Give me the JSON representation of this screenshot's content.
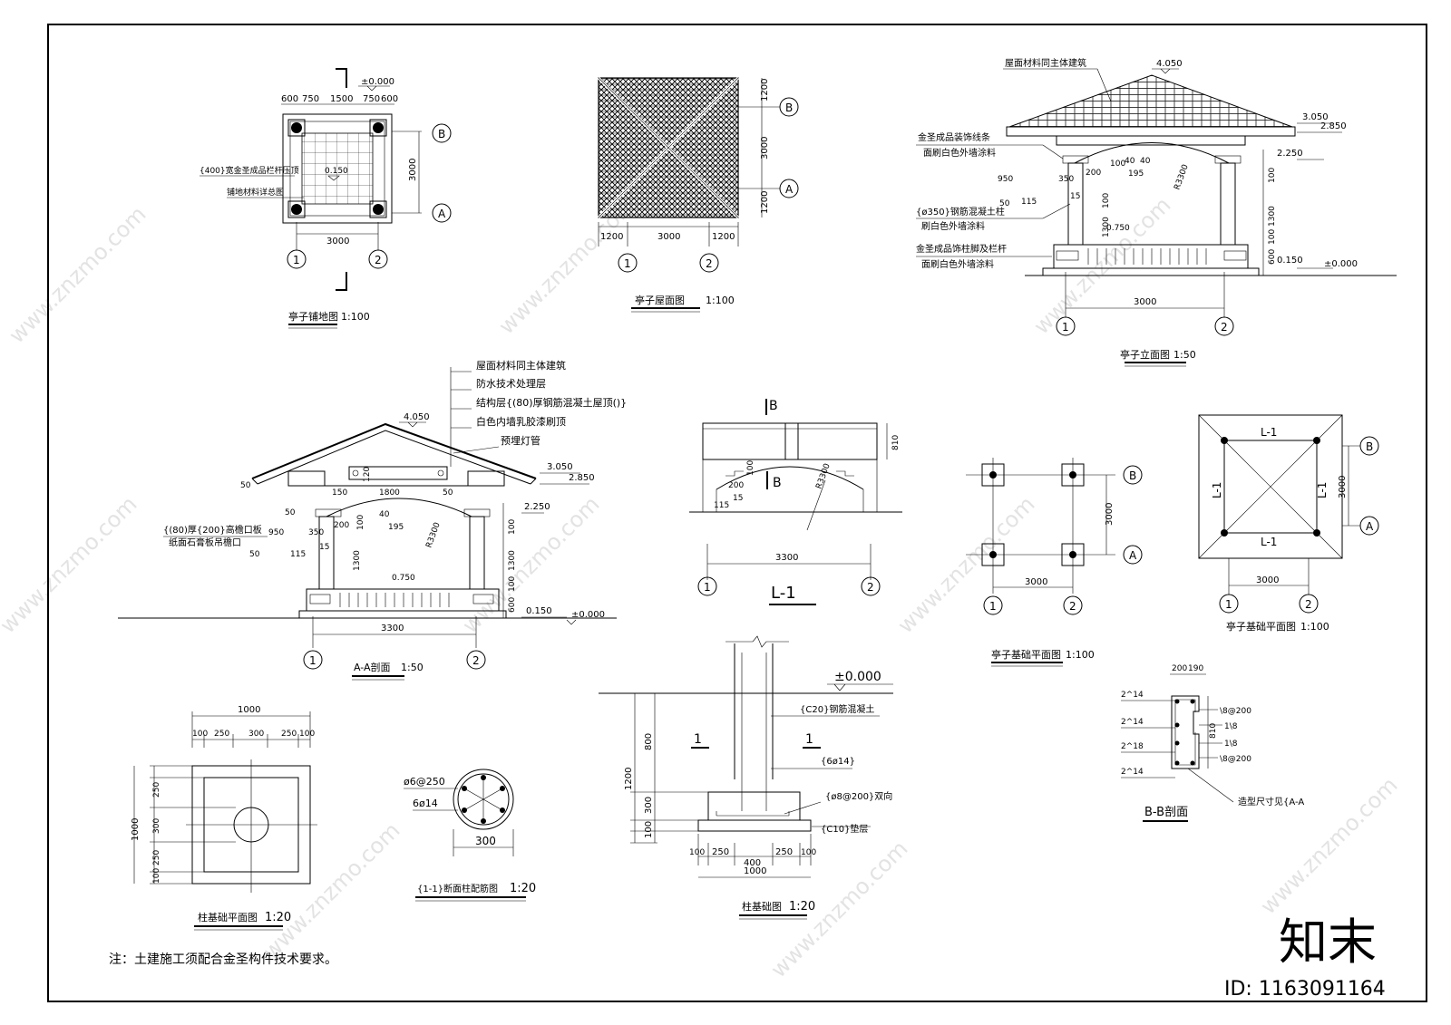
{
  "floor_plan": {
    "title": "亭子铺地图",
    "scale": "1:100",
    "elevation": "±0.000",
    "dims_top": [
      "600",
      "750",
      "1500",
      "750",
      "600"
    ],
    "dim_bottom": "3000",
    "dim_right": "3000",
    "center_level": "0.150",
    "note_railing": "{400}宽金圣成品栏杆压顶",
    "note_paving": "铺地材料详总图",
    "axis_a": "A",
    "axis_b": "B",
    "axis_1": "1",
    "axis_2": "2"
  },
  "roof_plan": {
    "title": "亭子屋面图",
    "scale": "1:100",
    "dims_bottom": [
      "1200",
      "3000",
      "1200"
    ],
    "dims_right": [
      "1200",
      "3000",
      "1200"
    ],
    "axis_a": "A",
    "axis_b": "B",
    "axis_1": "1",
    "axis_2": "2"
  },
  "elevation": {
    "title": "亭子立面图",
    "scale": "1:50",
    "top_level": "4.050",
    "level_3050": "3.050",
    "level_2850": "2.850",
    "level_2250": "2.250",
    "level_0750": "0.750",
    "level_0150": "0.150",
    "level_0000": "±0.000",
    "note_roof": "屋面材料同主体建筑",
    "note_trim_1": "金圣成品装饰线条",
    "note_trim_2": "面刷白色外墙涂料",
    "note_col_1": "{ø350}钢筋混凝土柱",
    "note_col_2": "刷白色外墙涂料",
    "note_rail_1": "金圣成品饰柱脚及栏杆",
    "note_rail_2": "面刷白色外墙涂料",
    "dims": [
      "950",
      "350",
      "200",
      "100",
      "40",
      "40",
      "195",
      "50",
      "115",
      "15",
      "100",
      "1300",
      "100",
      "600",
      "100",
      "R3300"
    ],
    "dim_bottom": "3000",
    "axis_1": "1",
    "axis_2": "2"
  },
  "section": {
    "title": "A-A剖面",
    "scale": "1:50",
    "top_level": "4.050",
    "level_3050": "3.050",
    "level_2850": "2.850",
    "level_2250": "2.250",
    "level_0750": "0.750",
    "level_0150": "0.150",
    "level_0000": "±0.000",
    "notes": [
      "屋面材料同主体建筑",
      "防水技术处理层",
      "结构层{(80)厚钢筋混凝土屋顶()}",
      "白色内墙乳胶漆刷顶",
      "预埋灯管"
    ],
    "note_board_1": "{(80)厚{200}高檐口板",
    "note_board_2": "纸面石膏板吊檐口",
    "dims": [
      "50",
      "150",
      "1800",
      "50",
      "120",
      "50",
      "950",
      "350",
      "200",
      "100",
      "40",
      "195",
      "115",
      "15",
      "50",
      "1300",
      "100",
      "600",
      "100",
      "R3300"
    ],
    "dim_bottom": "3300",
    "axis_1": "1",
    "axis_2": "2"
  },
  "beam": {
    "title": "L-1",
    "label_b_top": "B",
    "label_b_mid": "B",
    "dim_height": "810",
    "dim_span": "3300",
    "radius": "R3300",
    "dims": [
      "200",
      "100",
      "115",
      "15"
    ],
    "axis_1": "1",
    "axis_2": "2"
  },
  "foundation_plan": {
    "title": "亭子基础平面图",
    "scale": "1:100",
    "dim_bottom": "3000",
    "dim_right": "3000",
    "axis_a": "A",
    "axis_b": "B",
    "axis_1": "1",
    "axis_2": "2"
  },
  "foundation_plan_2": {
    "title": "亭子基础平面图",
    "scale": "1:100",
    "beam_label": "L-1",
    "dim_bottom": "3000",
    "dim_right": "3000",
    "axis_a": "A",
    "axis_b": "B",
    "axis_1": "1",
    "axis_2": "2"
  },
  "bb_section": {
    "title": "B-B剖面",
    "top_dims": [
      "200",
      "190"
    ],
    "bars": [
      "2^14",
      "2^14",
      "2^18",
      "2^14"
    ],
    "stirrups": [
      "\\8@200",
      "1\\8",
      "1\\8",
      "\\8@200"
    ],
    "dim_side": "810",
    "note": "造型尺寸见{A-A"
  },
  "footing_plan": {
    "title": "柱基础平面图",
    "scale": "1:20",
    "dim_top": "1000",
    "dims_top": [
      "100",
      "250",
      "300",
      "250",
      "100"
    ],
    "dim_left": "1000",
    "dims_left": [
      "250",
      "300",
      "250",
      "100"
    ]
  },
  "column_section": {
    "title": "{1-1}断面柱配筋图",
    "scale": "1:20",
    "stirrup": "ø6@250",
    "bars": "6ø14",
    "diameter": "300"
  },
  "footing_section": {
    "title": "柱基础图",
    "scale": "1:20",
    "level": "±0.000",
    "label_1_left": "1",
    "label_1_right": "1",
    "note_concrete": "{C20}钢筋混凝土",
    "note_bars": "{6ø14}",
    "note_mesh": "{ø8@200}双向",
    "note_cushion": "{C10}垫层",
    "dims_left": [
      "800",
      "300",
      "100"
    ],
    "dim_total": "1200",
    "dims_bottom": [
      "100",
      "250",
      "400",
      "250",
      "100"
    ],
    "dim_width": "1000"
  },
  "footnote": "注：土建施工须配合金圣构件技术要求。",
  "watermark": {
    "site": "www.znzmo.com",
    "logo": "知末",
    "id": "ID: 1163091164"
  }
}
